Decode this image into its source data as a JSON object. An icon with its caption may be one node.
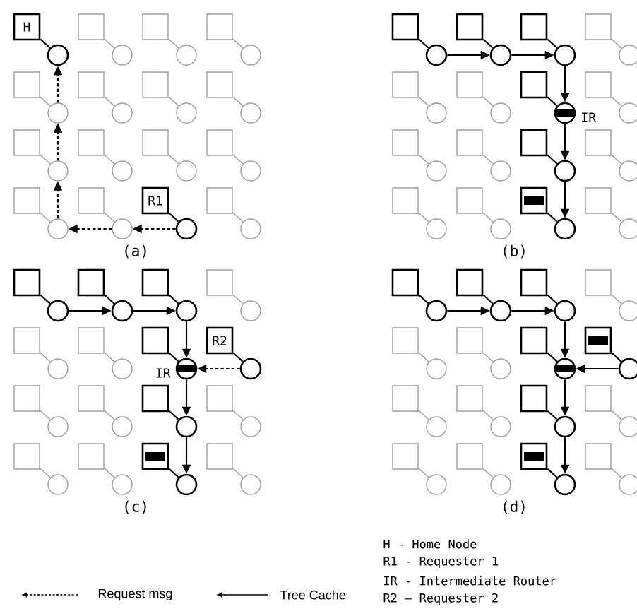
{
  "diagram": {
    "nodes": [
      {
        "text": [
          "H"
        ]
      },
      {
        "text": [],
        "shape": "circle"
      },
      {
        "text": [],
        "shape": "box"
      },
      {
        "text": [],
        "shape": "circle"
      },
      {
        "text": [],
        "shape": "box"
      },
      {
        "text": [],
        "shape": "circle"
      },
      {
        "text": [],
        "shape": "box"
      },
      {
        "text": [],
        "shape": "circle"
      },
      {
        "text": [],
        "shape": "box"
      },
      {
        "text": [],
        "shape": "circle"
      },
      {
        "text": [],
        "shape": "box"
      },
      {
        "text": [],
        "shape": "circle"
      },
      {
        "text": [],
        "shape": "box"
      },
      {
        "text": [],
        "shape": "circle"
      },
      {
        "text": [],
        "shape": "box"
      },
      {
        "text": [],
        "shape": "circle"
      },
      {
        "text": [],
        "shape": "box"
      },
      {
        "text": [],
        "shape": "circle"
      },
      {
        "text": [],
        "shape": "box"
      },
      {
        "text": [],
        "shape": "circle"
      },
      {
        "text": [],
        "shape": "box"
      },
      {
        "text": [],
        "shape": "circle"
      },
      {
        "text": [],
        "shape": "box"
      },
      {
        "text": [],
        "shape": "circle"
      },
      {
        "text": [],
        "shape": "box"
      },
      {
        "text": [],
        "shape": "circle"
      },
      {
        "text": [],
        "shape": "box"
      },
      {
        "text": [],
        "shape": "circle"
      },
      {
        "text": [
          "R1"
        ]
      },
      {
        "text": [],
        "shape": "circle"
      },
      {
        "text": [],
        "shape": "box"
      },
      {
        "text": [],
        "shape": "circle"
      },
      {
        "text": [],
        "shape": "box"
      },
      {
        "text": [],
        "shape": "circle"
      },
      {
        "text": [],
        "shape": "box"
      },
      {
        "text": [],
        "shape": "circle"
      },
      {
        "text": [],
        "shape": "box"
      },
      {
        "text": [],
        "shape": "circle"
      },
      {
        "text": [],
        "shape": "box"
      },
      {
        "text": [],
        "shape": "circle"
      },
      {
        "text": [],
        "shape": "box"
      },
      {
        "text": [],
        "shape": "circle"
      },
      {
        "text": [],
        "shape": "box"
      },
      {
        "text": [],
        "shape": "circle"
      },
      {
        "text": [],
        "shape": "box"
      },
      {
        "text": [],
        "shape": "circle",
        "beside": [
          "IR"
        ]
      },
      {
        "text": [],
        "shape": "box"
      },
      {
        "text": [],
        "shape": "circle"
      },
      {
        "text": [],
        "shape": "box"
      },
      {
        "text": [],
        "shape": "circle"
      },
      {
        "text": [],
        "shape": "box"
      },
      {
        "text": [],
        "shape": "circle"
      },
      {
        "text": [],
        "shape": "box"
      },
      {
        "text": [],
        "shape": "circle"
      },
      {
        "text": [],
        "shape": "box"
      },
      {
        "text": [],
        "shape": "circle"
      },
      {
        "text": [],
        "shape": "box"
      },
      {
        "text": [],
        "shape": "circle"
      },
      {
        "text": [],
        "shape": "box"
      },
      {
        "text": [],
        "shape": "circle"
      },
      {
        "text": [],
        "shape": "box"
      },
      {
        "text": [],
        "shape": "circle"
      },
      {
        "text": [],
        "shape": "box"
      },
      {
        "text": [],
        "shape": "circle"
      },
      {
        "text": [],
        "shape": "box"
      },
      {
        "text": [],
        "shape": "circle"
      },
      {
        "text": [],
        "shape": "box"
      },
      {
        "text": [],
        "shape": "circle"
      },
      {
        "text": [],
        "shape": "box"
      },
      {
        "text": [],
        "shape": "circle"
      },
      {
        "text": [],
        "shape": "box"
      },
      {
        "text": [],
        "shape": "circle"
      },
      {
        "text": [],
        "shape": "box"
      },
      {
        "text": [],
        "shape": "circle"
      },
      {
        "text": [],
        "shape": "box"
      },
      {
        "text": [],
        "shape": "circle"
      },
      {
        "text": [],
        "shape": "box"
      },
      {
        "text": [],
        "shape": "circle",
        "beside": [
          "IR"
        ]
      },
      {
        "text": [
          "R2"
        ]
      },
      {
        "text": [],
        "shape": "circle"
      },
      {
        "text": [],
        "shape": "box"
      },
      {
        "text": [],
        "shape": "circle"
      },
      {
        "text": [],
        "shape": "box"
      },
      {
        "text": [],
        "shape": "circle"
      },
      {
        "text": [],
        "shape": "box"
      },
      {
        "text": [],
        "shape": "circle"
      },
      {
        "text": [],
        "shape": "box"
      },
      {
        "text": [],
        "shape": "circle"
      },
      {
        "text": [],
        "shape": "box"
      },
      {
        "text": [],
        "shape": "circle"
      },
      {
        "text": [],
        "shape": "box"
      },
      {
        "text": [],
        "shape": "circle"
      },
      {
        "text": [],
        "shape": "box"
      },
      {
        "text": [],
        "shape": "circle"
      },
      {
        "text": [],
        "shape": "box"
      },
      {
        "text": [],
        "shape": "circle"
      },
      {
        "text": [],
        "shape": "box"
      },
      {
        "text": [],
        "shape": "circle"
      },
      {
        "text": [],
        "shape": "box"
      },
      {
        "text": [],
        "shape": "circle"
      },
      {
        "text": [],
        "shape": "box"
      },
      {
        "text": [],
        "shape": "circle"
      },
      {
        "text": [],
        "shape": "box"
      },
      {
        "text": [],
        "shape": "circle"
      },
      {
        "text": [],
        "shape": "box"
      },
      {
        "text": [],
        "shape": "circle"
      },
      {
        "text": [],
        "shape": "box"
      },
      {
        "text": [],
        "shape": "circle"
      },
      {
        "text": [],
        "shape": "box"
      },
      {
        "text": [],
        "shape": "circle"
      },
      {
        "text": [],
        "shape": "box"
      },
      {
        "text": [],
        "shape": "circle"
      },
      {
        "text": [],
        "shape": "box"
      },
      {
        "text": [],
        "shape": "circle"
      },
      {
        "text": [],
        "shape": "box"
      },
      {
        "text": [],
        "shape": "circle"
      },
      {
        "text": [],
        "shape": "box"
      },
      {
        "text": [],
        "shape": "circle"
      },
      {
        "text": [],
        "shape": "box"
      },
      {
        "text": [],
        "shape": "circle"
      },
      {
        "text": [],
        "shape": "box"
      },
      {
        "text": [],
        "shape": "circle"
      },
      {
        "text": [],
        "shape": "box"
      },
      {
        "text": [],
        "shape": "circle"
      },
      {
        "text": [],
        "shape": "box"
      },
      {
        "text": [],
        "shape": "circle"
      },
      {
        "text": [],
        "shape": "box"
      },
      {
        "text": [],
        "shape": "circle"
      }
    ],
    "edges": [
      {
        "from": 0,
        "to": 1,
        "arrow": "none",
        "color": "#000000"
      },
      {
        "from": 2,
        "to": 3,
        "arrow": "none",
        "color": "#9e9e9e"
      },
      {
        "from": 4,
        "to": 5,
        "arrow": "none",
        "color": "#9e9e9e"
      },
      {
        "from": 6,
        "to": 7,
        "arrow": "none",
        "color": "#9e9e9e"
      },
      {
        "from": 8,
        "to": 9,
        "arrow": "none",
        "color": "#9e9e9e"
      },
      {
        "from": 10,
        "to": 11,
        "arrow": "none",
        "color": "#9e9e9e"
      },
      {
        "from": 12,
        "to": 13,
        "arrow": "none",
        "color": "#9e9e9e"
      },
      {
        "from": 14,
        "to": 15,
        "arrow": "none",
        "color": "#9e9e9e"
      },
      {
        "from": 16,
        "to": 17,
        "arrow": "none",
        "color": "#9e9e9e"
      },
      {
        "from": 18,
        "to": 19,
        "arrow": "none",
        "color": "#9e9e9e"
      },
      {
        "from": 20,
        "to": 21,
        "arrow": "none",
        "color": "#9e9e9e"
      },
      {
        "from": 22,
        "to": 23,
        "arrow": "none",
        "color": "#9e9e9e"
      },
      {
        "from": 24,
        "to": 25,
        "arrow": "none",
        "color": "#9e9e9e"
      },
      {
        "from": 26,
        "to": 27,
        "arrow": "none",
        "color": "#9e9e9e"
      },
      {
        "from": 28,
        "to": 29,
        "arrow": "none",
        "color": "#000000"
      },
      {
        "from": 30,
        "to": 31,
        "arrow": "none",
        "color": "#9e9e9e"
      },
      {
        "from": 29,
        "to": 27,
        "arrow": "to",
        "style": "dashed",
        "color": "#000000"
      },
      {
        "from": 27,
        "to": 25,
        "arrow": "to",
        "style": "dashed",
        "color": "#000000"
      },
      {
        "from": 25,
        "to": 17,
        "arrow": "to",
        "style": "dashed",
        "color": "#000000"
      },
      {
        "from": 17,
        "to": 9,
        "arrow": "to",
        "style": "dashed",
        "color": "#000000"
      },
      {
        "from": 9,
        "to": 1,
        "arrow": "to",
        "style": "dashed",
        "color": "#000000"
      },
      {
        "from": 32,
        "to": 33,
        "arrow": "none",
        "color": "#000000"
      },
      {
        "from": 34,
        "to": 35,
        "arrow": "none",
        "color": "#000000"
      },
      {
        "from": 36,
        "to": 37,
        "arrow": "none",
        "color": "#000000"
      },
      {
        "from": 38,
        "to": 39,
        "arrow": "none",
        "color": "#9e9e9e"
      },
      {
        "from": 40,
        "to": 41,
        "arrow": "none",
        "color": "#9e9e9e"
      },
      {
        "from": 42,
        "to": 43,
        "arrow": "none",
        "color": "#9e9e9e"
      },
      {
        "from": 44,
        "to": 45,
        "arrow": "none",
        "color": "#000000"
      },
      {
        "from": 46,
        "to": 47,
        "arrow": "none",
        "color": "#9e9e9e"
      },
      {
        "from": 48,
        "to": 49,
        "arrow": "none",
        "color": "#9e9e9e"
      },
      {
        "from": 50,
        "to": 51,
        "arrow": "none",
        "color": "#9e9e9e"
      },
      {
        "from": 52,
        "to": 53,
        "arrow": "none",
        "color": "#000000"
      },
      {
        "from": 54,
        "to": 55,
        "arrow": "none",
        "color": "#9e9e9e"
      },
      {
        "from": 56,
        "to": 57,
        "arrow": "none",
        "color": "#9e9e9e"
      },
      {
        "from": 58,
        "to": 59,
        "arrow": "none",
        "color": "#9e9e9e"
      },
      {
        "from": 60,
        "to": 61,
        "arrow": "none",
        "color": "#000000"
      },
      {
        "from": 62,
        "to": 63,
        "arrow": "none",
        "color": "#9e9e9e"
      },
      {
        "from": 33,
        "to": 35,
        "arrow": "to",
        "color": "#000000"
      },
      {
        "from": 35,
        "to": 37,
        "arrow": "to",
        "color": "#000000"
      },
      {
        "from": 37,
        "to": 45,
        "arrow": "to",
        "color": "#000000"
      },
      {
        "from": 45,
        "to": 53,
        "arrow": "to",
        "color": "#000000"
      },
      {
        "from": 53,
        "to": 61,
        "arrow": "to",
        "color": "#000000"
      },
      {
        "from": 64,
        "to": 65,
        "arrow": "none",
        "color": "#000000"
      },
      {
        "from": 66,
        "to": 67,
        "arrow": "none",
        "color": "#000000"
      },
      {
        "from": 68,
        "to": 69,
        "arrow": "none",
        "color": "#000000"
      },
      {
        "from": 70,
        "to": 71,
        "arrow": "none",
        "color": "#9e9e9e"
      },
      {
        "from": 72,
        "to": 73,
        "arrow": "none",
        "color": "#9e9e9e"
      },
      {
        "from": 74,
        "to": 75,
        "arrow": "none",
        "color": "#9e9e9e"
      },
      {
        "from": 76,
        "to": 77,
        "arrow": "none",
        "color": "#000000"
      },
      {
        "from": 78,
        "to": 79,
        "arrow": "none",
        "color": "#000000"
      },
      {
        "from": 80,
        "to": 81,
        "arrow": "none",
        "color": "#9e9e9e"
      },
      {
        "from": 82,
        "to": 83,
        "arrow": "none",
        "color": "#9e9e9e"
      },
      {
        "from": 84,
        "to": 85,
        "arrow": "none",
        "color": "#000000"
      },
      {
        "from": 86,
        "to": 87,
        "arrow": "none",
        "color": "#9e9e9e"
      },
      {
        "from": 88,
        "to": 89,
        "arrow": "none",
        "color": "#9e9e9e"
      },
      {
        "from": 90,
        "to": 91,
        "arrow": "none",
        "color": "#9e9e9e"
      },
      {
        "from": 92,
        "to": 93,
        "arrow": "none",
        "color": "#000000"
      },
      {
        "from": 94,
        "to": 95,
        "arrow": "none",
        "color": "#9e9e9e"
      },
      {
        "from": 65,
        "to": 67,
        "arrow": "to",
        "color": "#000000"
      },
      {
        "from": 67,
        "to": 69,
        "arrow": "to",
        "color": "#000000"
      },
      {
        "from": 69,
        "to": 77,
        "arrow": "to",
        "color": "#000000"
      },
      {
        "from": 77,
        "to": 85,
        "arrow": "to",
        "color": "#000000"
      },
      {
        "from": 85,
        "to": 93,
        "arrow": "to",
        "color": "#000000"
      },
      {
        "from": 79,
        "to": 77,
        "arrow": "to",
        "style": "dashed",
        "color": "#000000"
      },
      {
        "from": 96,
        "to": 97,
        "arrow": "none",
        "color": "#000000"
      },
      {
        "from": 98,
        "to": 99,
        "arrow": "none",
        "color": "#000000"
      },
      {
        "from": 100,
        "to": 101,
        "arrow": "none",
        "color": "#000000"
      },
      {
        "from": 102,
        "to": 103,
        "arrow": "none",
        "color": "#9e9e9e"
      },
      {
        "from": 104,
        "to": 105,
        "arrow": "none",
        "color": "#9e9e9e"
      },
      {
        "from": 106,
        "to": 107,
        "arrow": "none",
        "color": "#9e9e9e"
      },
      {
        "from": 108,
        "to": 109,
        "arrow": "none",
        "color": "#000000"
      },
      {
        "from": 110,
        "to": 111,
        "arrow": "none",
        "color": "#000000"
      },
      {
        "from": 112,
        "to": 113,
        "arrow": "none",
        "color": "#9e9e9e"
      },
      {
        "from": 114,
        "to": 115,
        "arrow": "none",
        "color": "#9e9e9e"
      },
      {
        "from": 116,
        "to": 117,
        "arrow": "none",
        "color": "#000000"
      },
      {
        "from": 118,
        "to": 119,
        "arrow": "none",
        "color": "#9e9e9e"
      },
      {
        "from": 120,
        "to": 121,
        "arrow": "none",
        "color": "#9e9e9e"
      },
      {
        "from": 122,
        "to": 123,
        "arrow": "none",
        "color": "#9e9e9e"
      },
      {
        "from": 124,
        "to": 125,
        "arrow": "none",
        "color": "#000000"
      },
      {
        "from": 126,
        "to": 127,
        "arrow": "none",
        "color": "#9e9e9e"
      },
      {
        "from": 97,
        "to": 99,
        "arrow": "to",
        "color": "#000000"
      },
      {
        "from": 99,
        "to": 101,
        "arrow": "to",
        "color": "#000000"
      },
      {
        "from": 101,
        "to": 109,
        "arrow": "to",
        "color": "#000000"
      },
      {
        "from": 109,
        "to": 117,
        "arrow": "to",
        "color": "#000000"
      },
      {
        "from": 117,
        "to": 125,
        "arrow": "to",
        "color": "#000000"
      },
      {
        "from": 111,
        "to": 109,
        "arrow": "to",
        "color": "#000000"
      }
    ],
    "labels": [
      "(a)",
      "(b)",
      "(c)",
      "(d)",
      "H - Home Node",
      "R1 - Requester 1",
      "IR - Intermediate Router",
      "R2 – Requester 2"
    ],
    "legend": [
      {
        "text": "Request msg"
      },
      {
        "text": "Tree Cache"
      }
    ]
  }
}
